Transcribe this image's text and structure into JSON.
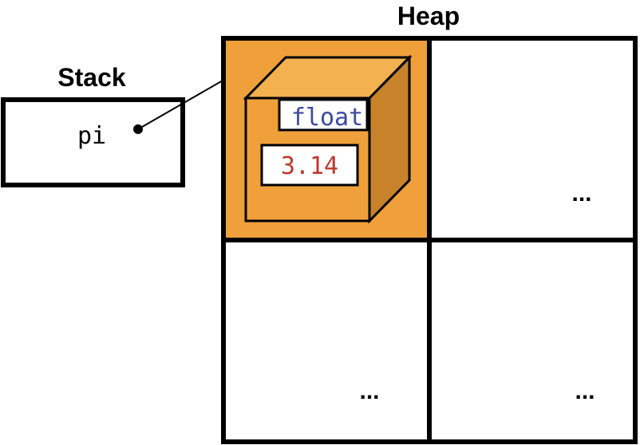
{
  "heap": {
    "title": "Heap",
    "cells": [
      {
        "filled": true,
        "label": ""
      },
      {
        "filled": false,
        "label": "..."
      },
      {
        "filled": false,
        "label": "..."
      },
      {
        "filled": false,
        "label": "..."
      }
    ],
    "object": {
      "type_label": "float",
      "value": "3.14"
    }
  },
  "stack": {
    "title": "Stack",
    "variable": "pi"
  },
  "colors": {
    "object_fill": "#f0a03a",
    "cube_top": "#f4b14f",
    "cube_side": "#c8832a",
    "type_text": "#3b4aa0",
    "value_text": "#c0392b",
    "border": "#000000"
  }
}
